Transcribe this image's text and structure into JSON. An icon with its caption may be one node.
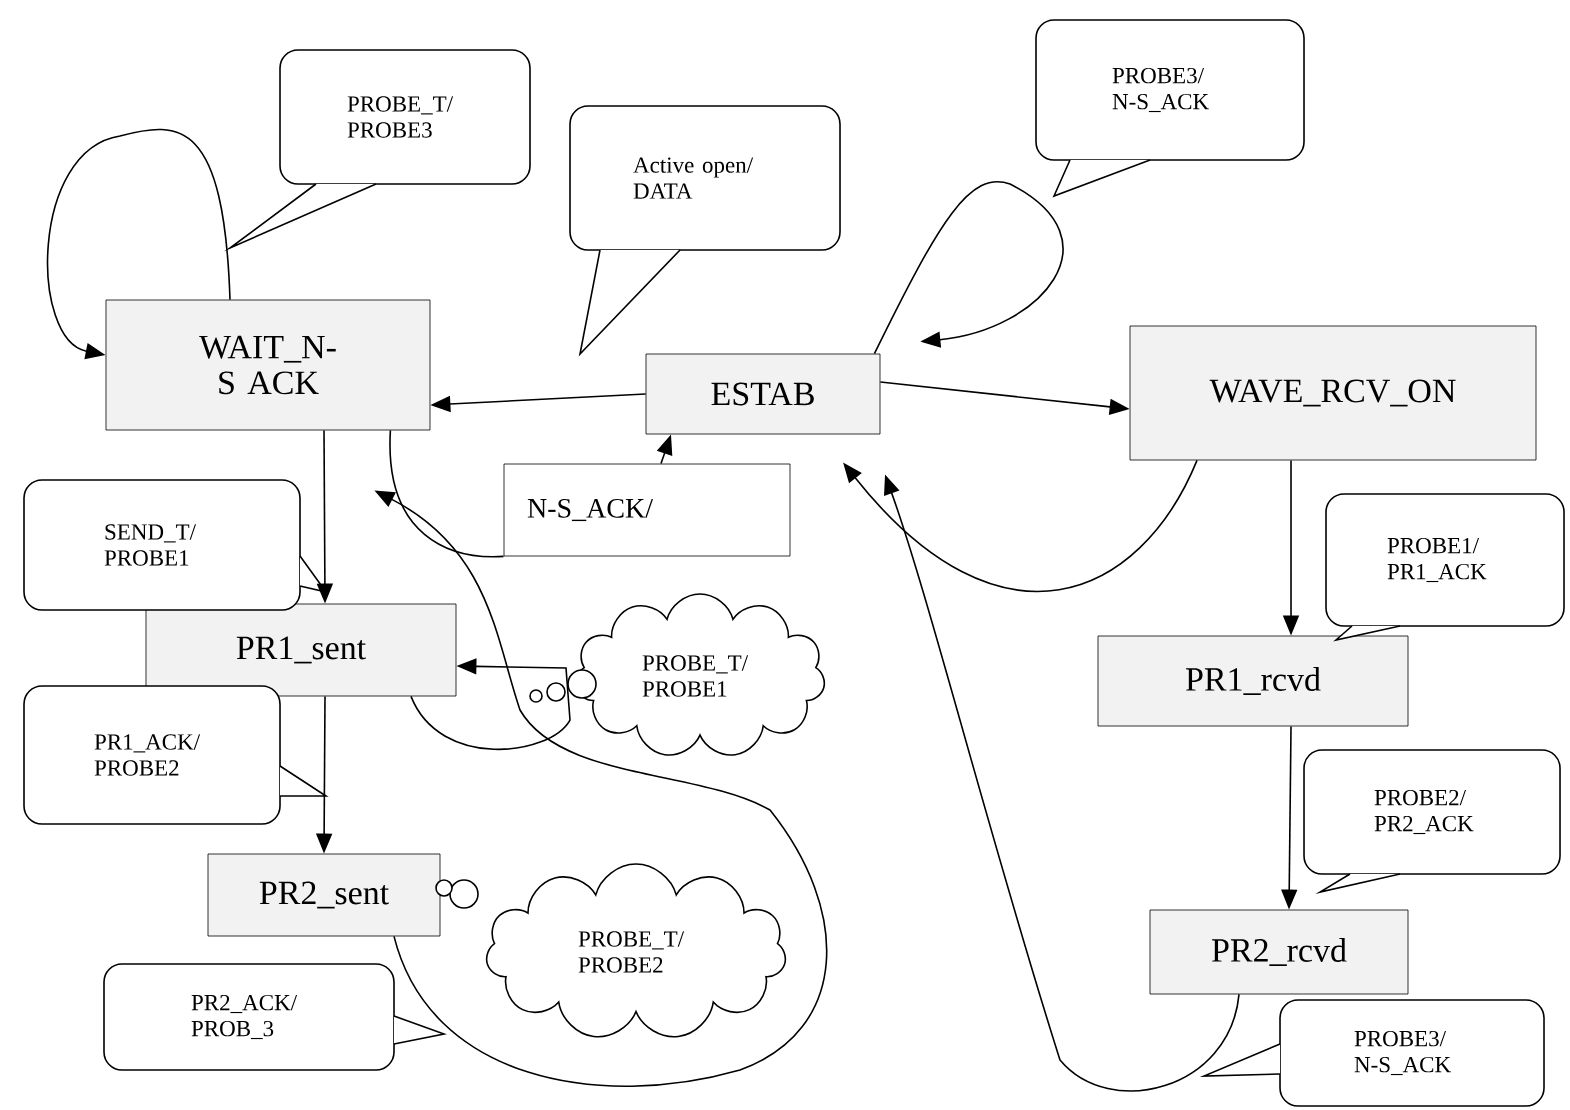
{
  "diagram": {
    "nodes": [
      {
        "text": [
          "WAIT_N- S ACK"
        ]
      },
      {
        "text": [
          "ESTAB"
        ]
      },
      {
        "text": [
          "WAVE_RCV_ON"
        ]
      },
      {
        "text": [
          "N-S_ACK/"
        ]
      },
      {
        "text": [
          "PR1_sent"
        ]
      },
      {
        "text": [
          "PR2_sent"
        ]
      },
      {
        "text": [
          "PR1_rcvd"
        ]
      },
      {
        "text": [
          "PR2_rcvd"
        ]
      },
      {
        "text": [
          "PROBE_T/ PROBE3"
        ]
      },
      {
        "text": [
          "Active open/ DATA"
        ]
      },
      {
        "text": [
          "PROBE3/ N-S_ACK"
        ]
      },
      {
        "text": [
          "SEND_T/ PROBE1"
        ]
      },
      {
        "text": [
          "PR1_ACK/ PROBE2"
        ]
      },
      {
        "text": [
          "PROBE_T/ PROBE1"
        ]
      },
      {
        "text": [
          "PROBE_T/ PROBE2"
        ]
      },
      {
        "text": [
          "PR2_ACK/ PROB_3"
        ]
      },
      {
        "text": [
          "PROBE1/ PR1_ACK"
        ]
      },
      {
        "text": [
          "PROBE2/ PR2_ACK"
        ]
      },
      {
        "text": [
          "PROBE3/ N-S_ACK"
        ]
      }
    ],
    "edges": [
      {
        "from": 0,
        "to": 0,
        "arrow": "to"
      },
      {
        "from": 1,
        "to": 0,
        "arrow": "to"
      },
      {
        "from": 1,
        "to": 2,
        "arrow": "to"
      },
      {
        "from": 1,
        "to": 1,
        "arrow": "to"
      },
      {
        "from": 0,
        "to": 4,
        "arrow": "to"
      },
      {
        "from": 4,
        "to": 5,
        "arrow": "to"
      },
      {
        "from": 4,
        "to": 4,
        "arrow": "to"
      },
      {
        "from": 0,
        "to": 3,
        "arrow": "none"
      },
      {
        "from": 3,
        "to": 1,
        "arrow": "to"
      },
      {
        "from": 2,
        "to": 1,
        "arrow": "to"
      },
      {
        "from": 7,
        "to": 1,
        "arrow": "to"
      },
      {
        "from": 5,
        "to": 0,
        "arrow": "to"
      },
      {
        "from": 2,
        "to": 6,
        "arrow": "to"
      },
      {
        "from": 6,
        "to": 7,
        "arrow": "to"
      }
    ]
  }
}
